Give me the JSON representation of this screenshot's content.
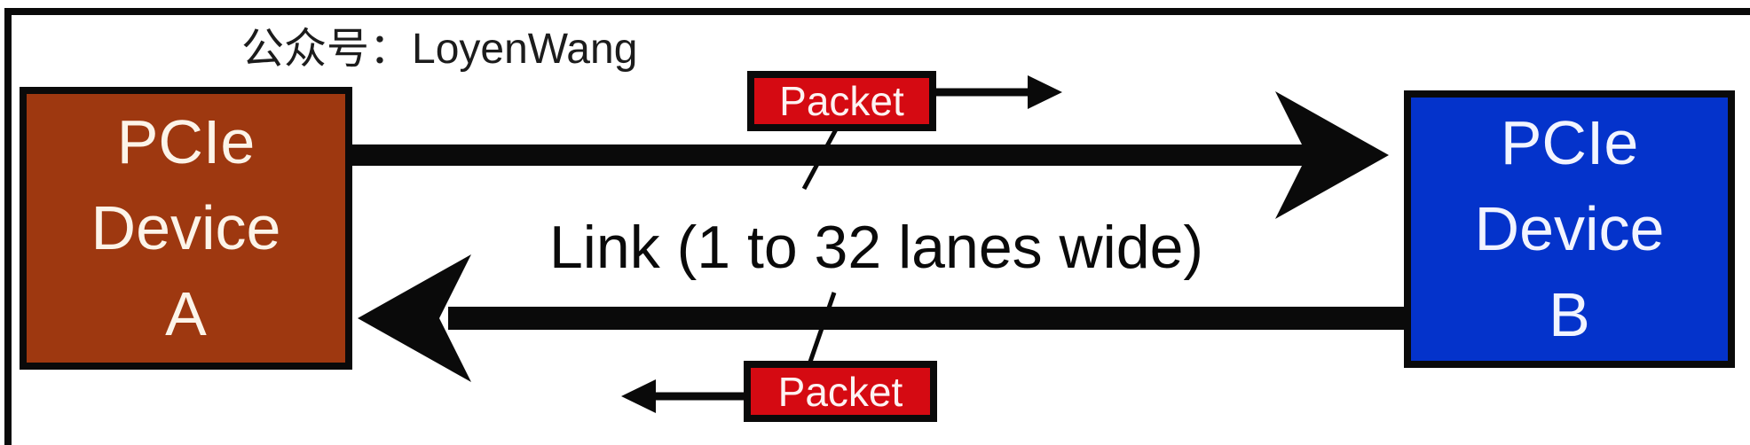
{
  "watermark": "公众号：LoyenWang",
  "device_a": {
    "label": "PCIe\nDevice\nA"
  },
  "device_b": {
    "label": "PCIe\nDevice\nB"
  },
  "link_label": "Link (1 to 32 lanes wide)",
  "packet_top": {
    "label": "Packet"
  },
  "packet_bottom": {
    "label": "Packet"
  },
  "colors": {
    "device_a_fill": "#9e3810",
    "device_b_fill": "#0433cb",
    "packet_fill": "#d50a12",
    "line_black": "#0a0a0a",
    "device_text_light": "#fcf4e9"
  }
}
